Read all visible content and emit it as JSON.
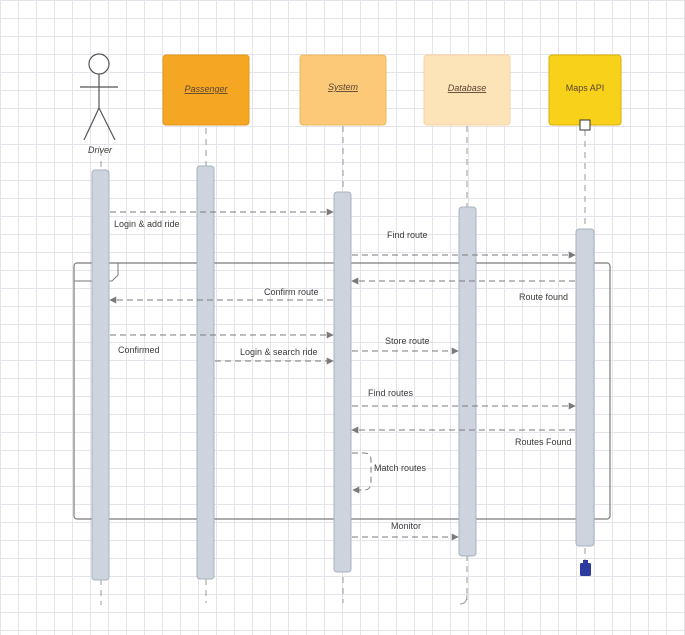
{
  "participants": [
    {
      "id": "driver",
      "label": "Driver",
      "kind": "actor",
      "underline": false
    },
    {
      "id": "passenger",
      "label": "Passenger",
      "kind": "box",
      "color": "#f5a623",
      "underline": true
    },
    {
      "id": "system",
      "label": "System",
      "kind": "box",
      "color": "#fbc978",
      "underline": true
    },
    {
      "id": "database",
      "label": "Database",
      "kind": "box",
      "color": "#fde3b8",
      "underline": true
    },
    {
      "id": "maps",
      "label": "Maps API",
      "kind": "box",
      "color": "#f8d11a",
      "underline": false
    }
  ],
  "messages": [
    {
      "from": "driver",
      "to": "system",
      "label": "Login & add ride"
    },
    {
      "from": "system",
      "to": "maps",
      "label": "Find route"
    },
    {
      "from": "maps",
      "to": "system",
      "label": "Route found"
    },
    {
      "from": "system",
      "to": "driver",
      "label": "Confirm route"
    },
    {
      "from": "driver",
      "to": "system",
      "label": "Confirmed"
    },
    {
      "from": "system",
      "to": "database",
      "label": "Store route"
    },
    {
      "from": "passenger",
      "to": "system",
      "label": "Login & search ride"
    },
    {
      "from": "system",
      "to": "maps",
      "label": "Find routes"
    },
    {
      "from": "maps",
      "to": "system",
      "label": "Routes Found"
    },
    {
      "from": "system",
      "to": "system",
      "label": "Match routes"
    },
    {
      "from": "system",
      "to": "database",
      "label": "Monitor"
    }
  ],
  "colors": {
    "activation": "#cdd4de",
    "activation_border": "#a8b2c0",
    "line": "#8a8a8a",
    "frame": "#7a7a7a",
    "end_marker": "#2d3a9e"
  }
}
